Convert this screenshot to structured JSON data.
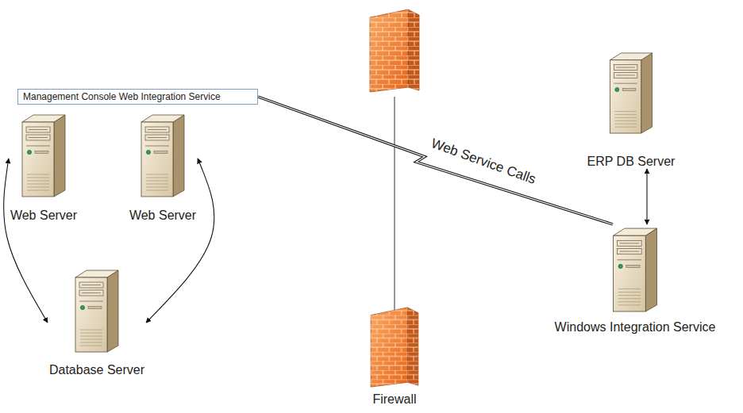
{
  "diagram": {
    "nodes": [
      {
        "text": [
          "Management Console Web Integration Service"
        ]
      },
      {
        "text": [
          "Web Server"
        ]
      },
      {
        "text": [
          "Web Server"
        ]
      },
      {
        "text": [
          "ERP DB Server"
        ]
      },
      {
        "text": [
          "Windows Integration Service"
        ]
      },
      {
        "text": [
          "Database Server"
        ]
      },
      {
        "text": [
          "Firewall"
        ]
      }
    ],
    "edges": [
      {
        "from": 1,
        "to": 5,
        "arrow": "both"
      },
      {
        "from": 2,
        "to": 5,
        "arrow": "both"
      },
      {
        "from": 0,
        "to": 4,
        "label": "Web Service Calls",
        "arrow": "none"
      },
      {
        "from": 3,
        "to": 4,
        "arrow": "both"
      }
    ]
  }
}
